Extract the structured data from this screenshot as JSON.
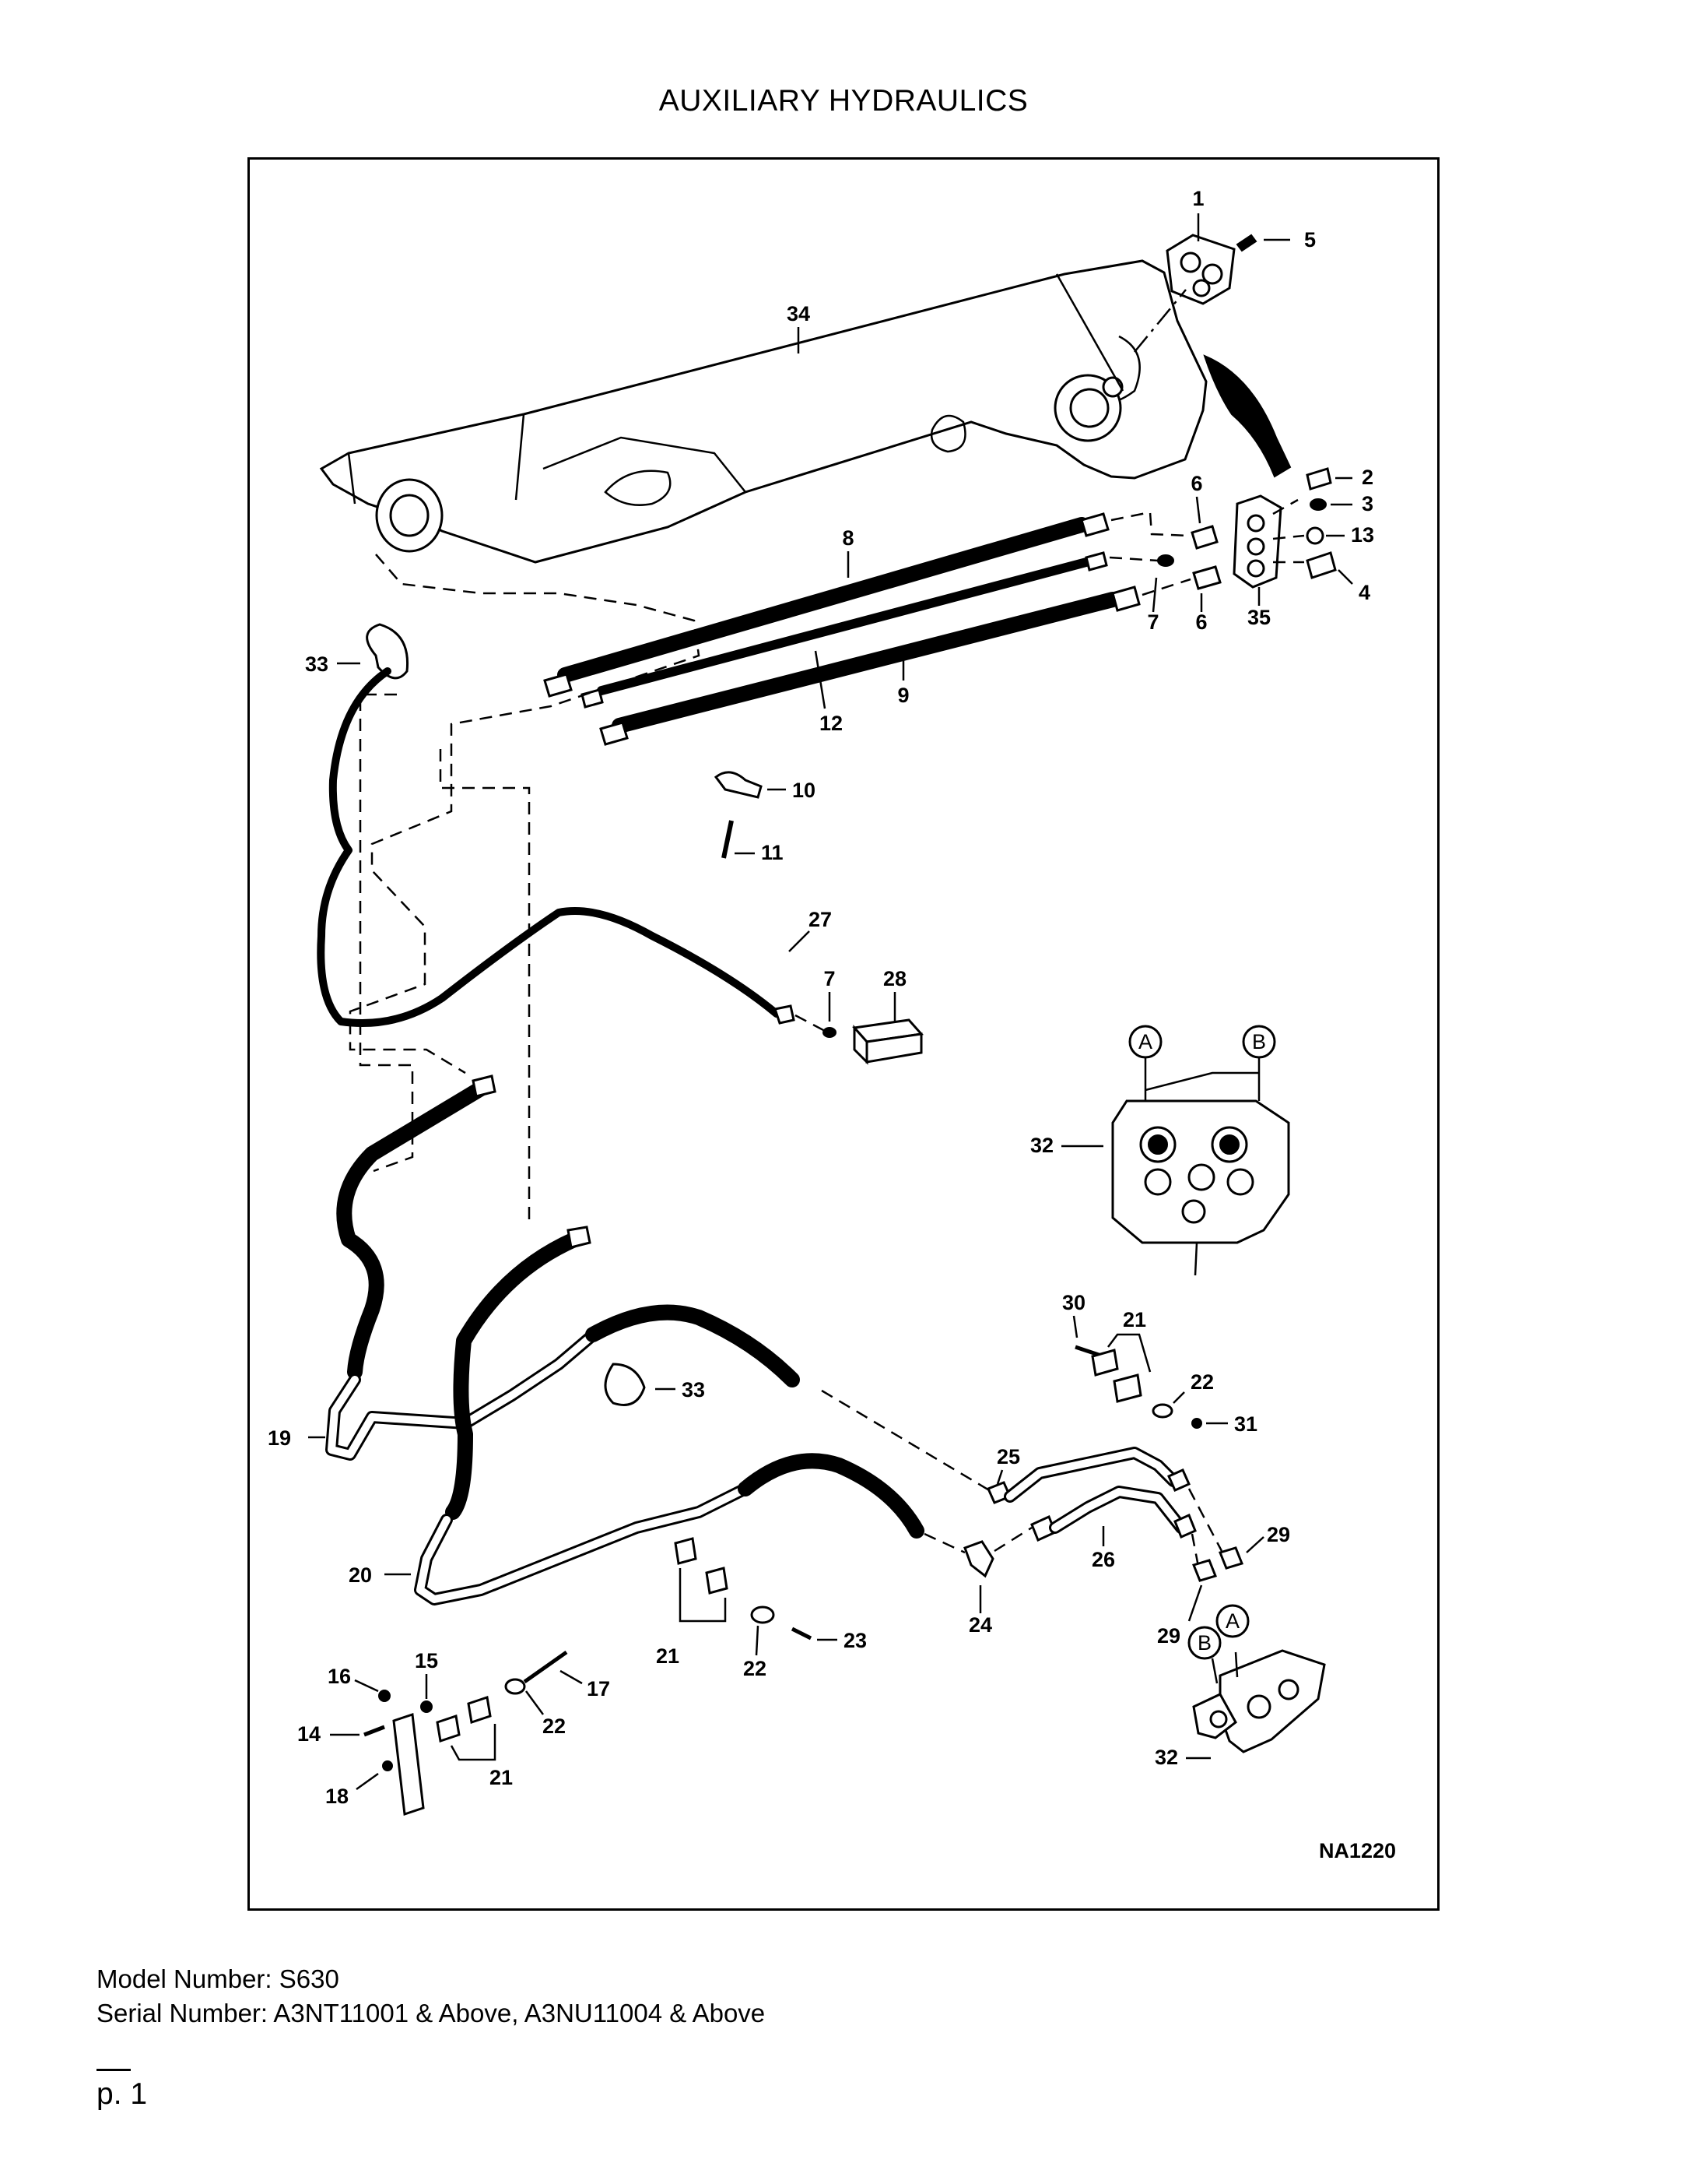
{
  "title": "AUXILIARY HYDRAULICS",
  "figure_code": "NA1220",
  "callouts": {
    "c1": "1",
    "c2": "2",
    "c3": "3",
    "c4": "4",
    "c5": "5",
    "c6a": "6",
    "c6b": "6",
    "c7a": "7",
    "c7b": "7",
    "c8": "8",
    "c9": "9",
    "c10": "10",
    "c11": "11",
    "c12": "12",
    "c13": "13",
    "c14": "14",
    "c15": "15",
    "c16": "16",
    "c17": "17",
    "c18": "18",
    "c19": "19",
    "c20": "20",
    "c21a": "21",
    "c21b": "21",
    "c21c": "21",
    "c22a": "22",
    "c22b": "22",
    "c22c": "22",
    "c23": "23",
    "c24": "24",
    "c25": "25",
    "c26": "26",
    "c27": "27",
    "c28": "28",
    "c29a": "29",
    "c29b": "29",
    "c30": "30",
    "c31": "31",
    "c32a": "32",
    "c32b": "32",
    "c33a": "33",
    "c33b": "33",
    "c34": "34",
    "c35": "35"
  },
  "port_labels": {
    "a1": "A",
    "b1": "B",
    "a2": "A",
    "b2": "B"
  },
  "footer": {
    "model": "Model Number: S630",
    "serial": "Serial Number: A3NT11001 & Above, A3NU11004 & Above",
    "page": "p. 1"
  }
}
